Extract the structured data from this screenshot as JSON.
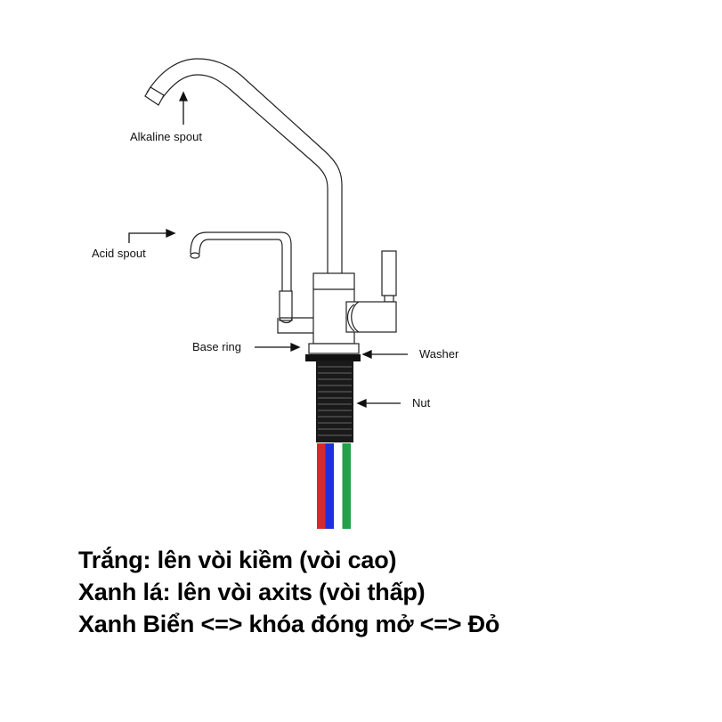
{
  "labels": {
    "alkaline_spout": "Alkaline spout",
    "acid_spout": "Acid spout",
    "base_ring": "Base ring",
    "washer": "Washer",
    "nut": "Nut"
  },
  "wires": {
    "colors": [
      "#d42a2a",
      "#1f2fe0",
      "#ffffff",
      "#22a04a"
    ]
  },
  "notes": [
    "Trắng: lên vòi kiềm (vòi cao)",
    "Xanh lá: lên vòi axits (vòi thấp)",
    "Xanh Biển <=> khóa đóng mở <=> Đỏ"
  ]
}
